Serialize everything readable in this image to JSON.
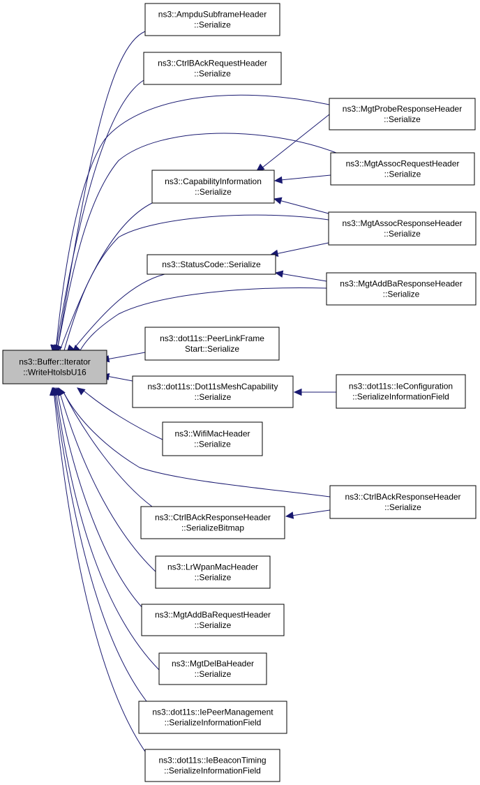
{
  "nodes": [
    {
      "id": "root",
      "lines": [
        "ns3::Buffer::Iterator",
        "::WriteHtolsbU16"
      ]
    },
    {
      "id": "ampdu",
      "lines": [
        "ns3::AmpduSubframeHeader",
        "::Serialize"
      ]
    },
    {
      "id": "ctrlbackreq",
      "lines": [
        "ns3::CtrlBAckRequestHeader",
        "::Serialize"
      ]
    },
    {
      "id": "capinfo",
      "lines": [
        "ns3::CapabilityInformation",
        "::Serialize"
      ]
    },
    {
      "id": "statuscode",
      "lines": [
        "ns3::StatusCode::Serialize"
      ]
    },
    {
      "id": "peerlink",
      "lines": [
        "ns3::dot11s::PeerLinkFrame",
        "Start::Serialize"
      ]
    },
    {
      "id": "meshcap",
      "lines": [
        "ns3::dot11s::Dot11sMeshCapability",
        "::Serialize"
      ]
    },
    {
      "id": "wifimac",
      "lines": [
        "ns3::WifiMacHeader",
        "::Serialize"
      ]
    },
    {
      "id": "ctrlbackrespbitmap",
      "lines": [
        "ns3::CtrlBAckResponseHeader",
        "::SerializeBitmap"
      ]
    },
    {
      "id": "lrwpan",
      "lines": [
        "ns3::LrWpanMacHeader",
        "::Serialize"
      ]
    },
    {
      "id": "addbareq",
      "lines": [
        "ns3::MgtAddBaRequestHeader",
        "::Serialize"
      ]
    },
    {
      "id": "delba",
      "lines": [
        "ns3::MgtDelBaHeader",
        "::Serialize"
      ]
    },
    {
      "id": "peermgmt",
      "lines": [
        "ns3::dot11s::IePeerManagement",
        "::SerializeInformationField"
      ]
    },
    {
      "id": "beacontiming",
      "lines": [
        "ns3::dot11s::IeBeaconTiming",
        "::SerializeInformationField"
      ]
    },
    {
      "id": "proberesp",
      "lines": [
        "ns3::MgtProbeResponseHeader",
        "::Serialize"
      ]
    },
    {
      "id": "assocreq",
      "lines": [
        "ns3::MgtAssocRequestHeader",
        "::Serialize"
      ]
    },
    {
      "id": "assocresp",
      "lines": [
        "ns3::MgtAssocResponseHeader",
        "::Serialize"
      ]
    },
    {
      "id": "addbaresp",
      "lines": [
        "ns3::MgtAddBaResponseHeader",
        "::Serialize"
      ]
    },
    {
      "id": "ieconfig",
      "lines": [
        "ns3::dot11s::IeConfiguration",
        "::SerializeInformationField"
      ]
    },
    {
      "id": "ctrlbackresp",
      "lines": [
        "ns3::CtrlBAckResponseHeader",
        "::Serialize"
      ]
    }
  ],
  "edges": [
    [
      "ampdu",
      "root"
    ],
    [
      "ctrlbackreq",
      "root"
    ],
    [
      "capinfo",
      "root"
    ],
    [
      "statuscode",
      "root"
    ],
    [
      "peerlink",
      "root"
    ],
    [
      "meshcap",
      "root"
    ],
    [
      "wifimac",
      "root"
    ],
    [
      "ctrlbackrespbitmap",
      "root"
    ],
    [
      "lrwpan",
      "root"
    ],
    [
      "addbareq",
      "root"
    ],
    [
      "delba",
      "root"
    ],
    [
      "peermgmt",
      "root"
    ],
    [
      "beacontiming",
      "root"
    ],
    [
      "proberesp",
      "root"
    ],
    [
      "assocreq",
      "root"
    ],
    [
      "assocresp",
      "root"
    ],
    [
      "addbaresp",
      "root"
    ],
    [
      "ctrlbackresp",
      "root"
    ],
    [
      "proberesp",
      "capinfo"
    ],
    [
      "assocreq",
      "capinfo"
    ],
    [
      "assocresp",
      "capinfo"
    ],
    [
      "assocresp",
      "statuscode"
    ],
    [
      "addbaresp",
      "statuscode"
    ],
    [
      "ieconfig",
      "meshcap"
    ],
    [
      "ctrlbackresp",
      "ctrlbackrespbitmap"
    ]
  ]
}
